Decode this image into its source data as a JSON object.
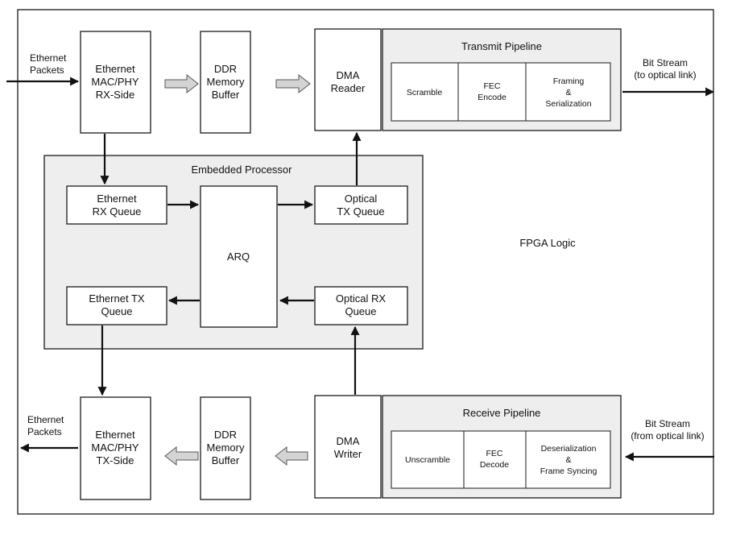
{
  "fpga_label": "FPGA Logic",
  "blocks": {
    "mac_rx": [
      "Ethernet",
      "MAC/PHY",
      "RX-Side"
    ],
    "ddr_top": [
      "DDR",
      "Memory",
      "Buffer"
    ],
    "dma_reader": [
      "DMA",
      "Reader"
    ],
    "mac_tx": [
      "Ethernet",
      "MAC/PHY",
      "TX-Side"
    ],
    "ddr_bottom": [
      "DDR",
      "Memory",
      "Buffer"
    ],
    "dma_writer": [
      "DMA",
      "Writer"
    ]
  },
  "transmit_pipeline": {
    "title": "Transmit Pipeline",
    "stages": [
      [
        "Scramble"
      ],
      [
        "FEC",
        "Encode"
      ],
      [
        "Framing",
        "&",
        "Serialization"
      ]
    ]
  },
  "receive_pipeline": {
    "title": "Receive Pipeline",
    "stages": [
      [
        "Unscramble"
      ],
      [
        "FEC",
        "Decode"
      ],
      [
        "Deserialization",
        "&",
        "Frame Syncing"
      ]
    ]
  },
  "processor": {
    "title": "Embedded Processor",
    "eth_rx_queue": [
      "Ethernet",
      "RX Queue"
    ],
    "optical_tx_queue": [
      "Optical",
      "TX Queue"
    ],
    "arq": "ARQ",
    "eth_tx_queue": [
      "Ethernet TX",
      "Queue"
    ],
    "optical_rx_queue": [
      "Optical RX",
      "Queue"
    ]
  },
  "external": {
    "eth_in": [
      "Ethernet",
      "Packets"
    ],
    "eth_out": [
      "Ethernet",
      "Packets"
    ],
    "bits_out": [
      "Bit Stream",
      "(to optical link)"
    ],
    "bits_in": [
      "Bit Stream",
      "(from optical link)"
    ]
  }
}
